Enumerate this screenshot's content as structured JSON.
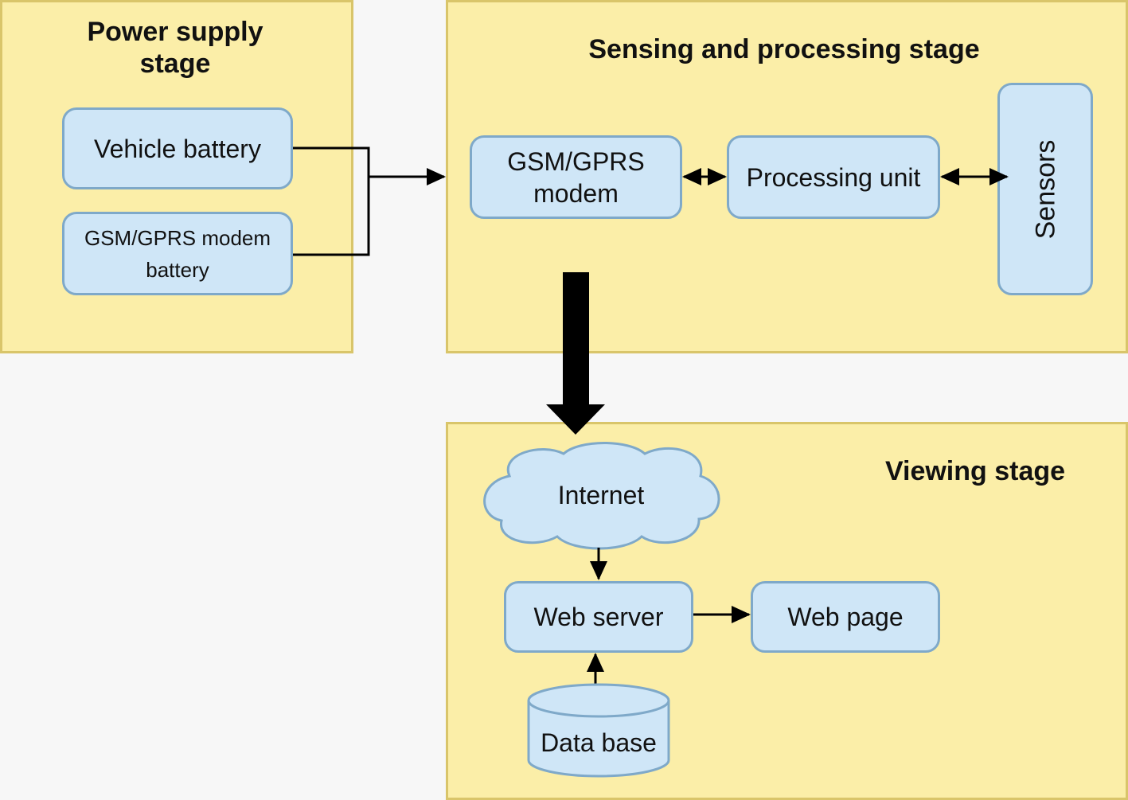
{
  "stages": {
    "power": {
      "title": "Power supply stage"
    },
    "sensing": {
      "title": "Sensing and processing stage"
    },
    "viewing": {
      "title": "Viewing stage"
    }
  },
  "nodes": {
    "vehicle_battery": "Vehicle battery",
    "modem_battery": "GSM/GPRS modem battery",
    "gsm_modem": "GSM/GPRS modem",
    "processing_unit": "Processing unit",
    "sensors": "Sensors",
    "internet": "Internet",
    "web_server": "Web server",
    "web_page": "Web page",
    "database": "Data base"
  },
  "colors": {
    "stage_fill": "#fbeea8",
    "node_fill": "#cfe6f7",
    "node_border": "#7fa9c9",
    "arrow": "#000000"
  }
}
